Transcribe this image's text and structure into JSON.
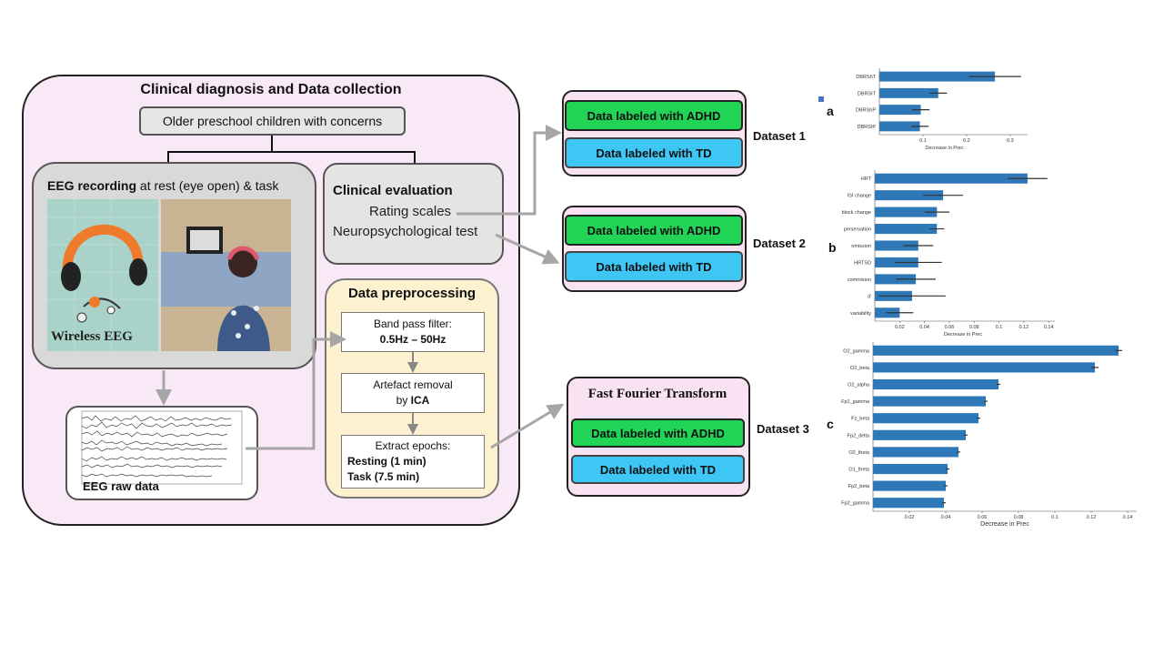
{
  "main": {
    "title": "Clinical diagnosis and Data collection",
    "subjects": "Older preschool children with concerns",
    "eeg": {
      "title_bold": "EEG recording",
      "title_rest": " at rest (eye open) & task",
      "photo_label": "Wireless EEG"
    },
    "clinical": {
      "title": "Clinical evaluation",
      "item1": "Rating scales",
      "item2": "Neuropsychological test"
    },
    "raw": {
      "label": "EEG raw data"
    }
  },
  "preprocessing": {
    "title": "Data preprocessing",
    "step1": {
      "line1": "Band pass filter:",
      "line2": "0.5Hz – 50Hz"
    },
    "step2": {
      "line1": "Artefact removal",
      "line2_prefix": "by ",
      "line2_bold": "ICA"
    },
    "step3": {
      "line1": "Extract epochs:",
      "line2": "Resting (1 min)",
      "line3": "Task (7.5 min)"
    }
  },
  "datasets": [
    {
      "label": "Dataset 1",
      "adhd": "Data labeled with ADHD",
      "td": "Data labeled with TD"
    },
    {
      "label": "Dataset 2",
      "adhd": "Data labeled with ADHD",
      "td": "Data labeled with TD"
    },
    {
      "label": "Dataset 3",
      "header": "Fast Fourier Transform",
      "adhd": "Data labeled with ADHD",
      "td": "Data labeled with TD"
    }
  ],
  "colors": {
    "bar": "#2f78b7",
    "adhd": "#22d455",
    "td": "#3ec7f5",
    "panel": "#f9e9f6",
    "preproc": "#fdf1cf"
  },
  "chart_data": [
    {
      "type": "bar",
      "panel": "a",
      "orientation": "horizontal",
      "categories": [
        "DBRShT",
        "DBRSIT",
        "DBRShP",
        "DBRSIP"
      ],
      "values": [
        0.265,
        0.135,
        0.095,
        0.093
      ],
      "errors": [
        0.06,
        0.02,
        0.02,
        0.02
      ],
      "xlabel": "Decrease in Prec",
      "xlim": [
        0,
        0.34
      ],
      "xticks": [
        0.1,
        0.2,
        0.3
      ]
    },
    {
      "type": "bar",
      "panel": "b",
      "orientation": "horizontal",
      "categories": [
        "HRT",
        "ISI change",
        "block change",
        "perservation",
        "omission",
        "HRTSD",
        "commision",
        "d'",
        "variability"
      ],
      "values": [
        0.123,
        0.055,
        0.05,
        0.05,
        0.035,
        0.035,
        0.033,
        0.03,
        0.02
      ],
      "errors": [
        0.016,
        0.016,
        0.01,
        0.006,
        0.012,
        0.019,
        0.016,
        0.027,
        0.011
      ],
      "xlabel": "Decrease in Prec",
      "xlim": [
        0,
        0.145
      ],
      "xticks": [
        0.02,
        0.04,
        0.06,
        0.08,
        0.1,
        0.12,
        0.14
      ]
    },
    {
      "type": "bar",
      "panel": "c",
      "orientation": "horizontal",
      "categories": [
        "O2_gamma",
        "O2_beta",
        "O2_alpha",
        "Fp1_gamma",
        "Fz_beta",
        "Fp2_delta",
        "O2_theta",
        "O1_theta",
        "Fp2_beta",
        "Fp2_gamma"
      ],
      "values": [
        0.135,
        0.122,
        0.069,
        0.062,
        0.058,
        0.051,
        0.047,
        0.041,
        0.04,
        0.039
      ],
      "errors": [
        0.002,
        0.002,
        0.001,
        0.001,
        0.001,
        0.001,
        0.001,
        0.001,
        0.001,
        0.001
      ],
      "xlabel": "Decrease in Prec",
      "xlim": [
        0,
        0.145
      ],
      "xticks": [
        0.02,
        0.04,
        0.06,
        0.08,
        0.1,
        0.12,
        0.14
      ]
    }
  ]
}
